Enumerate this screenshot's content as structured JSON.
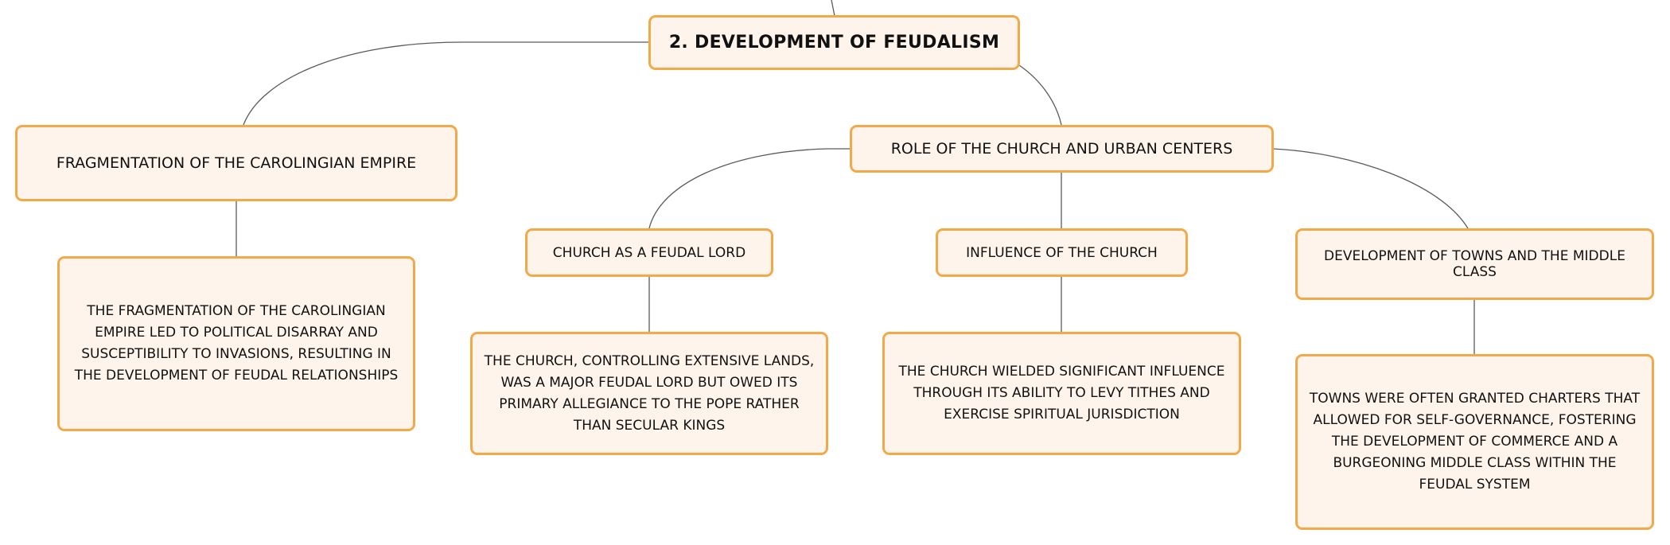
{
  "diagram": {
    "root": {
      "label": "2. DEVELOPMENT OF FEUDALISM"
    },
    "fragmentation": {
      "label": "FRAGMENTATION OF THE CAROLINGIAN EMPIRE",
      "detail": "THE FRAGMENTATION OF THE CAROLINGIAN EMPIRE LED TO POLITICAL DISARRAY AND SUSCEPTIBILITY TO INVASIONS, RESULTING IN THE DEVELOPMENT OF FEUDAL RELATIONSHIPS"
    },
    "church_urban": {
      "label": "ROLE OF THE CHURCH AND URBAN CENTERS",
      "children": [
        {
          "label": "CHURCH AS A FEUDAL LORD",
          "detail": "THE CHURCH, CONTROLLING EXTENSIVE LANDS, WAS A MAJOR FEUDAL LORD BUT OWED ITS PRIMARY ALLEGIANCE TO THE POPE RATHER THAN SECULAR KINGS"
        },
        {
          "label": "INFLUENCE OF THE CHURCH",
          "detail": "THE CHURCH WIELDED SIGNIFICANT INFLUENCE THROUGH ITS ABILITY TO LEVY TITHES AND EXERCISE SPIRITUAL JURISDICTION"
        },
        {
          "label": "DEVELOPMENT OF TOWNS AND THE MIDDLE CLASS",
          "detail": "TOWNS WERE OFTEN GRANTED CHARTERS THAT ALLOWED FOR SELF-GOVERNANCE, FOSTERING THE DEVELOPMENT OF COMMERCE AND A BURGEONING MIDDLE CLASS WITHIN THE FEUDAL SYSTEM"
        }
      ]
    },
    "colors": {
      "node_fill": "#fff4eb",
      "node_border": "#f2a94a",
      "connector": "#5a5a5a",
      "text": "#111111"
    }
  }
}
